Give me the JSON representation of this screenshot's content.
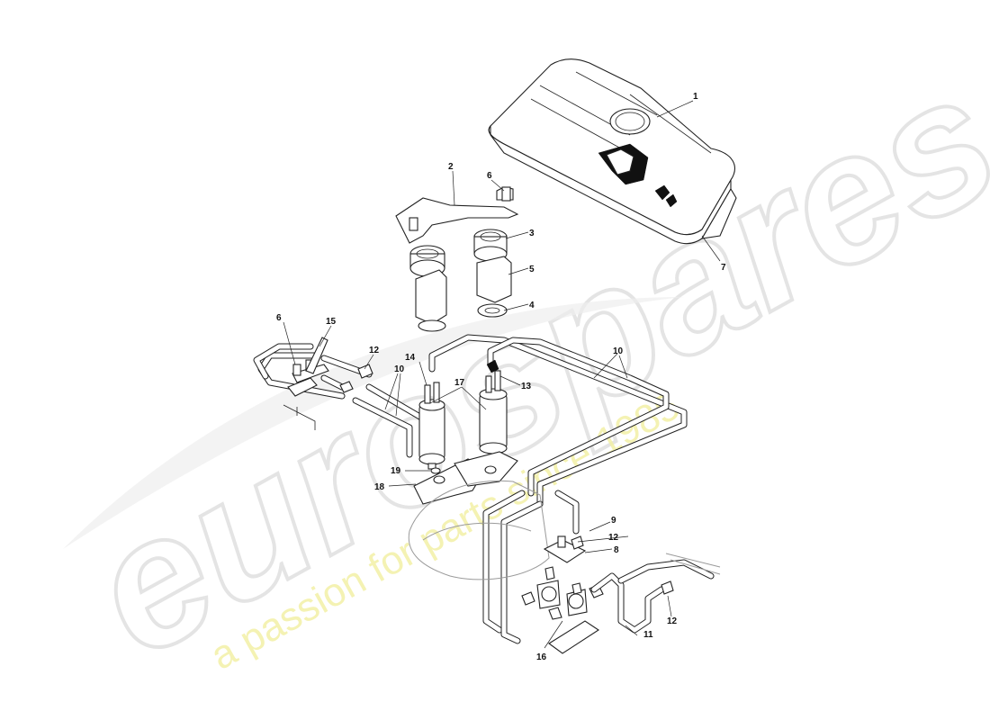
{
  "watermark": {
    "logo_text": "eurospares",
    "tagline": "a passion for parts since 1985",
    "logo_color": "#e6e6e6",
    "tagline_color": "#f3f0a6"
  },
  "callouts": [
    {
      "id": "c1",
      "label": "1"
    },
    {
      "id": "c2",
      "label": "2"
    },
    {
      "id": "c3",
      "label": "3"
    },
    {
      "id": "c4",
      "label": "4"
    },
    {
      "id": "c5",
      "label": "5"
    },
    {
      "id": "c6a",
      "label": "6"
    },
    {
      "id": "c6b",
      "label": "6"
    },
    {
      "id": "c7",
      "label": "7"
    },
    {
      "id": "c8",
      "label": "8"
    },
    {
      "id": "c9",
      "label": "9"
    },
    {
      "id": "c10a",
      "label": "10"
    },
    {
      "id": "c10b",
      "label": "10"
    },
    {
      "id": "c11",
      "label": "11"
    },
    {
      "id": "c12a",
      "label": "12"
    },
    {
      "id": "c12b",
      "label": "12"
    },
    {
      "id": "c12c",
      "label": "12"
    },
    {
      "id": "c13",
      "label": "13"
    },
    {
      "id": "c14",
      "label": "14"
    },
    {
      "id": "c15",
      "label": "15"
    },
    {
      "id": "c16",
      "label": "16"
    },
    {
      "id": "c17",
      "label": "17"
    },
    {
      "id": "c18",
      "label": "18"
    },
    {
      "id": "c19",
      "label": "19"
    }
  ]
}
